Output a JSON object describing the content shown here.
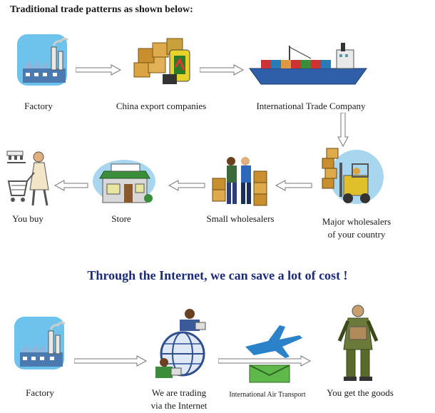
{
  "title": "Traditional trade patterns as shown below:",
  "subtitle": "Through the Internet, we can save a lot of cost !",
  "traditional": {
    "factory": "Factory",
    "export": "China export companies",
    "trade": "International Trade Company",
    "major_1": "Major wholesalers",
    "major_2": "of your country",
    "small": "Small wholesalers",
    "store": "Store",
    "buy": "You buy"
  },
  "internet": {
    "factory": "Factory",
    "trading_1": "We are trading",
    "trading_2": "via the Internet",
    "air": "International Air Transport",
    "goods": "You get the goods"
  },
  "colors": {
    "arrow_fill": "#ffffff",
    "arrow_stroke": "#777777",
    "title_blue": "#1b2b7a",
    "sky_blue": "#6ec3ec",
    "ship_blue": "#2f5fa8"
  }
}
